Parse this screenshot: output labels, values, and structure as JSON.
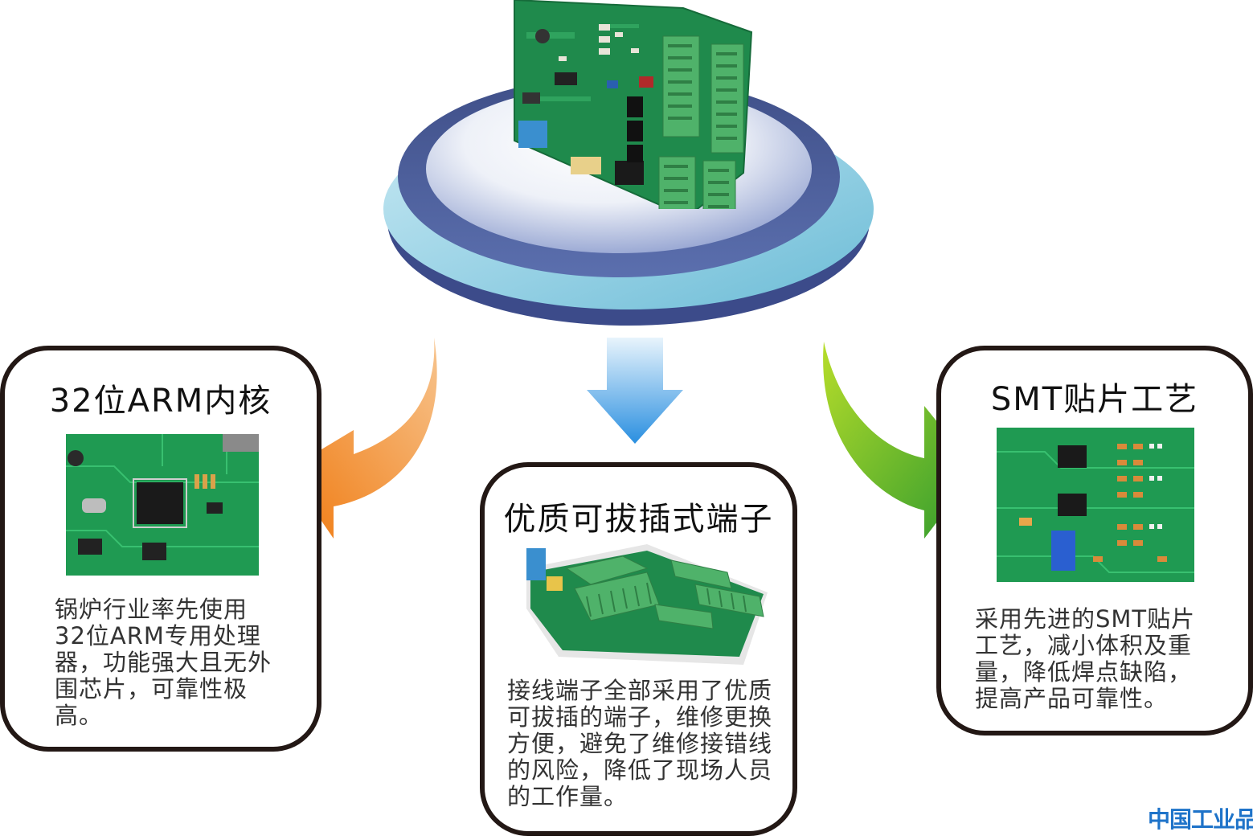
{
  "cards": {
    "arm": {
      "title": "32位ARM内核",
      "lines": [
        "锅炉行业率先使用",
        "32位ARM专用处理",
        "器，功能强大且无外",
        "围芯片，可靠性极",
        "高。"
      ]
    },
    "terminal": {
      "title": "优质可拔插式端子",
      "lines": [
        "接线端子全部采用了优质",
        "可拔插的端子，维修更换",
        "方便，避免了维修接错线",
        "的风险，降低了现场人员",
        "的工作量。"
      ]
    },
    "smt": {
      "title": "SMT贴片工艺",
      "lines": [
        "采用先进的SMT贴片",
        "工艺，减小体积及重",
        "量，降低焊点缺陷，",
        "提高产品可靠性。"
      ]
    }
  },
  "watermark": "中国工业品网",
  "colors": {
    "arrow_left": "#f08a24",
    "arrow_center": "#3a9ee6",
    "arrow_right": "#4aa82a",
    "pcb_green": "#1f8a4c",
    "terminal_green": "#4fb26a",
    "platform_dark": "#4f5f98",
    "platform_light": "#a9dbe8"
  }
}
